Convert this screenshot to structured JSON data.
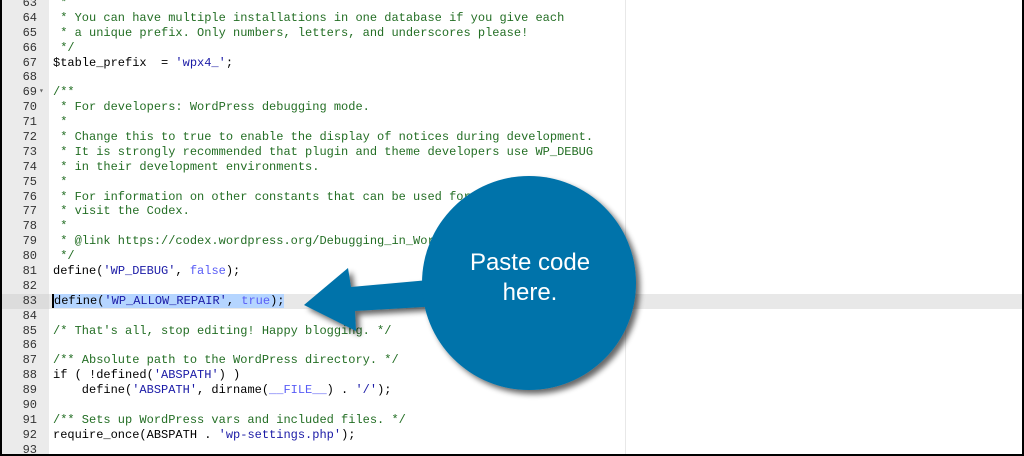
{
  "editor": {
    "active_line": 83,
    "fold_line": 69,
    "lines": [
      {
        "n": "63",
        "t": [
          [
            "c",
            " *"
          ]
        ]
      },
      {
        "n": "64",
        "t": [
          [
            "c",
            " * You can have multiple installations in one database if you give each"
          ]
        ]
      },
      {
        "n": "65",
        "t": [
          [
            "c",
            " * a unique prefix. Only numbers, letters, and underscores please!"
          ]
        ]
      },
      {
        "n": "66",
        "t": [
          [
            "c",
            " */"
          ]
        ]
      },
      {
        "n": "67",
        "t": [
          [
            "p",
            "$table_prefix  = "
          ],
          [
            "s",
            "'wpx4_'"
          ],
          [
            "p",
            ";"
          ]
        ]
      },
      {
        "n": "68",
        "t": []
      },
      {
        "n": "69",
        "t": [
          [
            "c",
            "/**"
          ]
        ]
      },
      {
        "n": "70",
        "t": [
          [
            "c",
            " * For developers: WordPress debugging mode."
          ]
        ]
      },
      {
        "n": "71",
        "t": [
          [
            "c",
            " *"
          ]
        ]
      },
      {
        "n": "72",
        "t": [
          [
            "c",
            " * Change this to true to enable the display of notices during development."
          ]
        ]
      },
      {
        "n": "73",
        "t": [
          [
            "c",
            " * It is strongly recommended that plugin and theme developers use WP_DEBUG"
          ]
        ]
      },
      {
        "n": "74",
        "t": [
          [
            "c",
            " * in their development environments."
          ]
        ]
      },
      {
        "n": "75",
        "t": [
          [
            "c",
            " *"
          ]
        ]
      },
      {
        "n": "76",
        "t": [
          [
            "c",
            " * For information on other constants that can be used for debugging,"
          ]
        ]
      },
      {
        "n": "77",
        "t": [
          [
            "c",
            " * visit the Codex."
          ]
        ]
      },
      {
        "n": "78",
        "t": [
          [
            "c",
            " *"
          ]
        ]
      },
      {
        "n": "79",
        "t": [
          [
            "c",
            " * @link https://codex.wordpress.org/Debugging_in_WordPress"
          ]
        ]
      },
      {
        "n": "80",
        "t": [
          [
            "c",
            " */"
          ]
        ]
      },
      {
        "n": "81",
        "t": [
          [
            "p",
            "define("
          ],
          [
            "s",
            "'WP_DEBUG'"
          ],
          [
            "p",
            ", "
          ],
          [
            "k",
            "false"
          ],
          [
            "p",
            ");"
          ]
        ]
      },
      {
        "n": "82",
        "t": []
      },
      {
        "n": "83",
        "t": [
          [
            "p",
            "define("
          ],
          [
            "s",
            "'WP_ALLOW_REPAIR'"
          ],
          [
            "p",
            ", "
          ],
          [
            "k",
            "true"
          ],
          [
            "p",
            ");"
          ]
        ]
      },
      {
        "n": "84",
        "t": []
      },
      {
        "n": "85",
        "t": [
          [
            "c",
            "/* That's all, stop editing! Happy blogging. */"
          ]
        ]
      },
      {
        "n": "86",
        "t": []
      },
      {
        "n": "87",
        "t": [
          [
            "c",
            "/** Absolute path to the WordPress directory. */"
          ]
        ]
      },
      {
        "n": "88",
        "t": [
          [
            "p",
            "if ( !defined("
          ],
          [
            "s",
            "'ABSPATH'"
          ],
          [
            "p",
            ") )"
          ]
        ]
      },
      {
        "n": "89",
        "t": [
          [
            "p",
            "    define("
          ],
          [
            "s",
            "'ABSPATH'"
          ],
          [
            "p",
            ", dirname("
          ],
          [
            "k",
            "__FILE__"
          ],
          [
            "p",
            ") . "
          ],
          [
            "s",
            "'/'"
          ],
          [
            "p",
            ");"
          ]
        ]
      },
      {
        "n": "90",
        "t": []
      },
      {
        "n": "91",
        "t": [
          [
            "c",
            "/** Sets up WordPress vars and included files. */"
          ]
        ]
      },
      {
        "n": "92",
        "t": [
          [
            "p",
            "require_once(ABSPATH . "
          ],
          [
            "s",
            "'wp-settings.php'"
          ],
          [
            "p",
            ");"
          ]
        ]
      },
      {
        "n": "93",
        "t": []
      }
    ]
  },
  "callout": {
    "text": "Paste code here.",
    "color": "#0073aa"
  }
}
